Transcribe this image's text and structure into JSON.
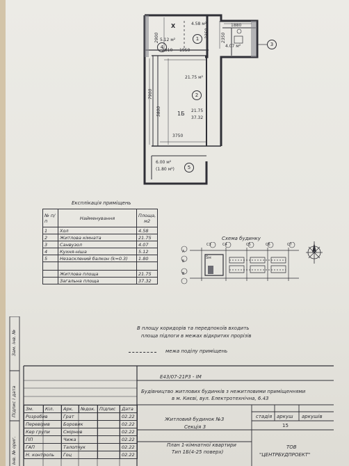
{
  "plan": {
    "dims": [
      "2900",
      "5.12 м²",
      "4.58 м²",
      "1880",
      "2350",
      "2350",
      "4.07 м²",
      "2610",
      "1950",
      "7900",
      "21.75 м²",
      "5800",
      "1Б",
      "21.75",
      "37.32",
      "3750",
      "6.00 м²",
      "(1.80 м²)"
    ],
    "markers": [
      "X",
      "1",
      "2",
      "3",
      "4",
      "5"
    ]
  },
  "explication": {
    "title": "Експлікація приміщень",
    "headers": [
      "№ п/п",
      "Найменування",
      "Площа, м2"
    ],
    "rows": [
      [
        "1",
        "Хол",
        "4.58"
      ],
      [
        "2",
        "Житлова кімната",
        "21.75"
      ],
      [
        "3",
        "Санвузол",
        "4.07"
      ],
      [
        "4",
        "Кухня-ніша",
        "5.12"
      ],
      [
        "5",
        "Незасклений балкон (k=0.3)",
        "1.80"
      ]
    ],
    "totals": [
      [
        "Житлова площа",
        "21.75"
      ],
      [
        "Загальна площа",
        "37.32"
      ]
    ]
  },
  "scheme": {
    "title": "Схема будинку",
    "sections": [
      "С3",
      "С4",
      "С5",
      "С6",
      "С7"
    ],
    "row_labels": [
      "А",
      "Б",
      "В"
    ],
    "note_marker": "5н"
  },
  "notes": {
    "note1": "В площу коридорів та передпокоїв входить",
    "note2": "площа підлоги в межах відкритих прорізів",
    "legend": "межа поділу приміщень"
  },
  "stamp": {
    "code": "Е43/07-21Р3 - ІМ",
    "project1": "Будівництво житлових будинків з нежитловими приміщеннями",
    "project2": "в м. Києві, вул. Електротехнічна, 6.43",
    "headers": [
      "Зм.",
      "Кіл.",
      "Арк.",
      "№док.",
      "Підпис",
      "Дата"
    ],
    "people": [
      [
        "Розробив",
        "Грат",
        "02.22"
      ],
      [
        "Перевірив",
        "Боровик",
        "02.22"
      ],
      [
        "Кер групи",
        "Смірнов",
        "02.22"
      ],
      [
        "ГІП",
        "Чижа",
        "02.22"
      ],
      [
        "ГАП",
        "Талопчук",
        "02.22"
      ],
      [
        "Н. контроль",
        "Гоц",
        "02.22"
      ]
    ],
    "building1": "Житловий будинок №3",
    "building2": "Секція 3",
    "stage_headers": [
      "стадія",
      "аркуш",
      "аркушів"
    ],
    "sheet": "15",
    "plan1": "План 1-кімнатної квартири",
    "plan2": "Тип 1Б(4-25 поверх)",
    "org1": "ТОВ",
    "org2": "\"ЦЕНТРБУДПРОЕКТ\""
  },
  "side": {
    "labels": [
      "Зам. інв. №",
      "Підпис і дата",
      "Інв. № ориг."
    ]
  }
}
